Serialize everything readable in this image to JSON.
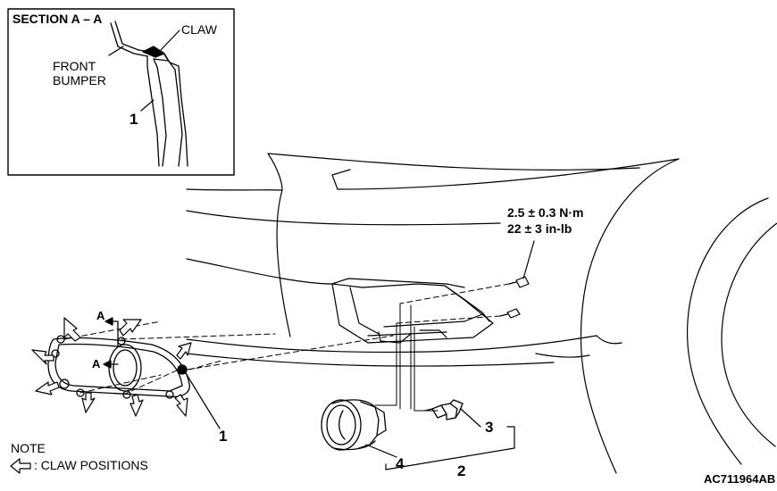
{
  "inset": {
    "title": "SECTION A – A",
    "claw_label": "CLAW",
    "bumper_label_line1": "FRONT",
    "bumper_label_line2": "BUMPER",
    "part_number": "1"
  },
  "torque": {
    "line1": "2.5 ± 0.3 N·m",
    "line2": "22 ± 3 in-lb"
  },
  "section_marks": {
    "upper": "A",
    "lower": "A"
  },
  "callouts": {
    "part1": "1",
    "part2": "2",
    "part3": "3",
    "part4": "4"
  },
  "note": {
    "heading": "NOTE",
    "legend_text": ": CLAW POSITIONS",
    "legend_icon": "claw-arrow-icon"
  },
  "figure_id": "AC711964AB",
  "colors": {
    "line": "#000000",
    "background": "#ffffff"
  }
}
